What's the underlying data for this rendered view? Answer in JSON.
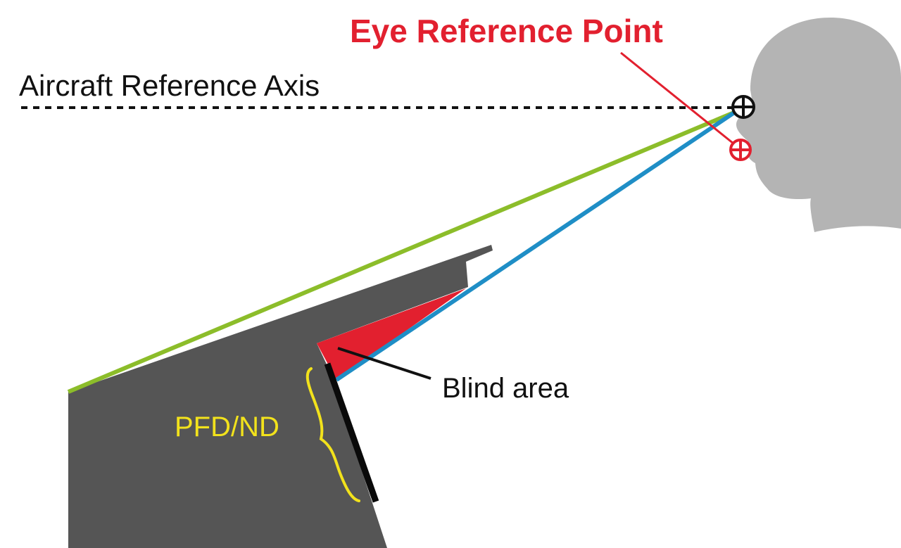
{
  "labels": {
    "eye_reference_point": "Eye Reference Point",
    "aircraft_reference_axis": "Aircraft Reference Axis",
    "blind_area": "Blind area",
    "pfd_nd": "PFD/ND"
  },
  "colors": {
    "eye_reference": "#e2202f",
    "axis_text": "#111111",
    "sight_line_upper": "#8cbd2a",
    "sight_line_lower": "#1f8ec6",
    "blind_area": "#e2202f",
    "panel": "#555555",
    "head": "#b4b4b4",
    "display": "#0a0a0a",
    "pfd_nd": "#f2e21c",
    "pointer": "#111111"
  },
  "icons": {
    "design_eye_marker": "crosshair-circle-icon",
    "eye_reference_marker": "crosshair-circle-icon"
  }
}
